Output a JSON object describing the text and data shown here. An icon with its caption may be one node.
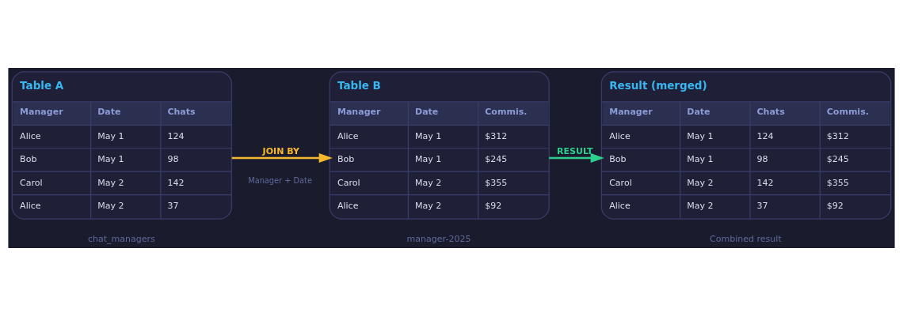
{
  "diagram": {
    "nodes": [
      {
        "text": [
          "Table A",
          "Manager",
          "Date",
          "Chats",
          "Alice",
          "May 1",
          "124",
          "Bob",
          "May 1",
          "98",
          "Carol",
          "May 2",
          "142",
          "Alice",
          "May 2",
          "37"
        ],
        "beside": [
          "chat_managers"
        ]
      },
      {
        "text": [
          "Table B",
          "Manager",
          "Date",
          "Commis.",
          "Alice",
          "May 1",
          "$312",
          "Bob",
          "May 1",
          "$245",
          "Carol",
          "May 2",
          "$355",
          "Alice",
          "May 2",
          "$92"
        ],
        "beside": [
          "manager-2025"
        ]
      },
      {
        "text": [
          "Result (merged)",
          "Manager",
          "Date",
          "Chats",
          "Commis.",
          "Alice",
          "May 1",
          "124",
          "$312",
          "Bob",
          "May 1",
          "98",
          "$245",
          "Carol",
          "May 2",
          "142",
          "$355",
          "Alice",
          "May 2",
          "37",
          "$92"
        ],
        "beside": [
          "Combined result"
        ]
      }
    ],
    "edges": [
      {
        "from": 0,
        "to": 1,
        "arrow": "to",
        "label": "JOIN BY",
        "color": "#f5b82e"
      },
      {
        "from": 1,
        "to": 2,
        "arrow": "to",
        "label": "RESULT",
        "color": "#2ecf8e"
      }
    ],
    "labels": [
      "Manager + Date"
    ]
  }
}
